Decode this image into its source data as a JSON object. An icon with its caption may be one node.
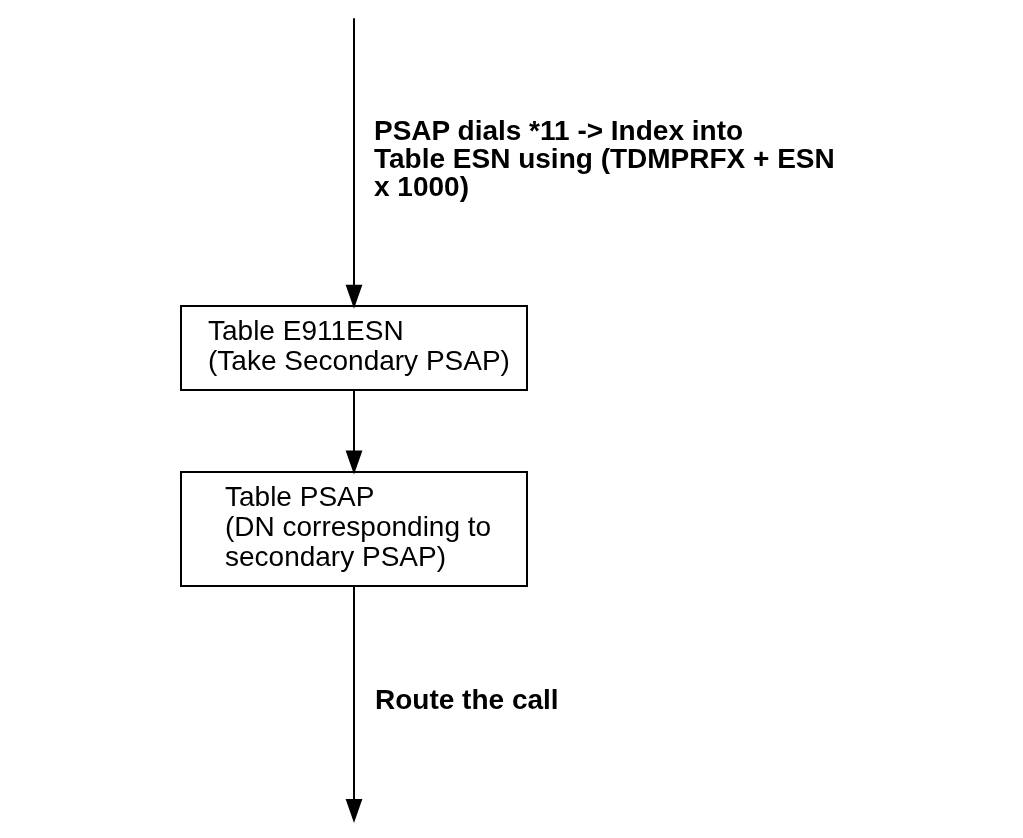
{
  "diagram": {
    "nodes": [
      {
        "text": [
          "Table E911ESN",
          "(Take Secondary PSAP)"
        ]
      },
      {
        "text": [
          "Table PSAP",
          "(DN corresponding to secondary PSAP)"
        ]
      }
    ],
    "edges": [
      {
        "from": null,
        "to": 0,
        "arrow": "to",
        "label": "PSAP dials *11 -> Index into Table ESN using (TDMPRFX + ESN x 1000)"
      },
      {
        "from": 0,
        "to": 1,
        "arrow": "to"
      },
      {
        "from": 1,
        "to": null,
        "arrow": "to",
        "label": "Route the call"
      }
    ]
  }
}
